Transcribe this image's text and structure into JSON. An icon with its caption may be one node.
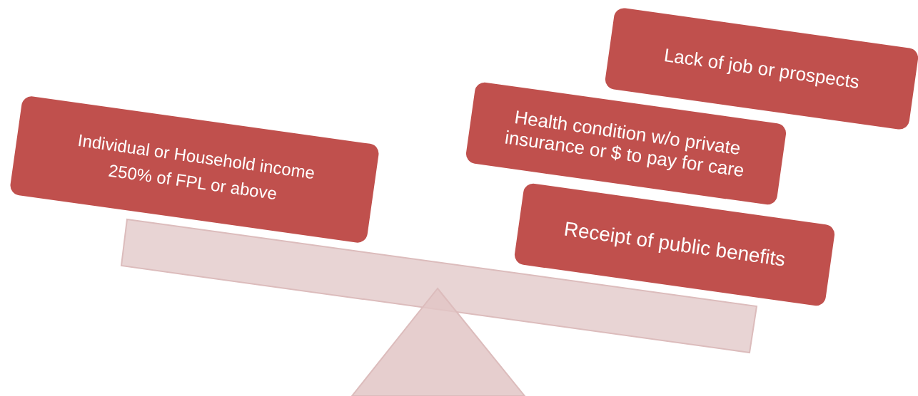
{
  "diagram": {
    "nodes": [
      {
        "text": [
          "Individual or Household income",
          "250% of FPL or above"
        ]
      },
      {
        "text": [
          "Lack of job or prospects"
        ]
      },
      {
        "text": [
          "Health condition w/o private insurance or $ to pay for care"
        ]
      },
      {
        "text": [
          "Receipt of public benefits"
        ]
      }
    ]
  }
}
